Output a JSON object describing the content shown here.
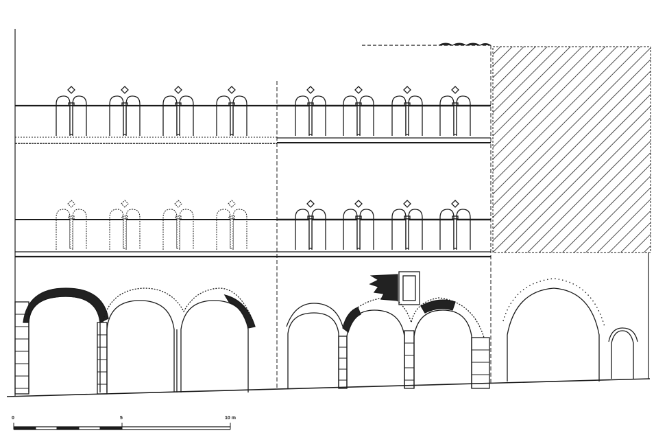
{
  "drawing": {
    "ink_color": "#1a1a1a",
    "fill_dark": "#222222",
    "paper_color": "#ffffff",
    "bays": [
      {
        "id": "left",
        "upper_windows": 4,
        "lower_windows": 4,
        "ground_arches": 3
      },
      {
        "id": "middle",
        "upper_windows": 4,
        "lower_windows": 4,
        "ground_arches": 3
      },
      {
        "id": "right",
        "hatched_upper_wall": true,
        "ground_arches": 1,
        "small_doorways": 1
      }
    ]
  },
  "scale_bar": {
    "labels": [
      "0",
      "5",
      "10 m"
    ]
  }
}
